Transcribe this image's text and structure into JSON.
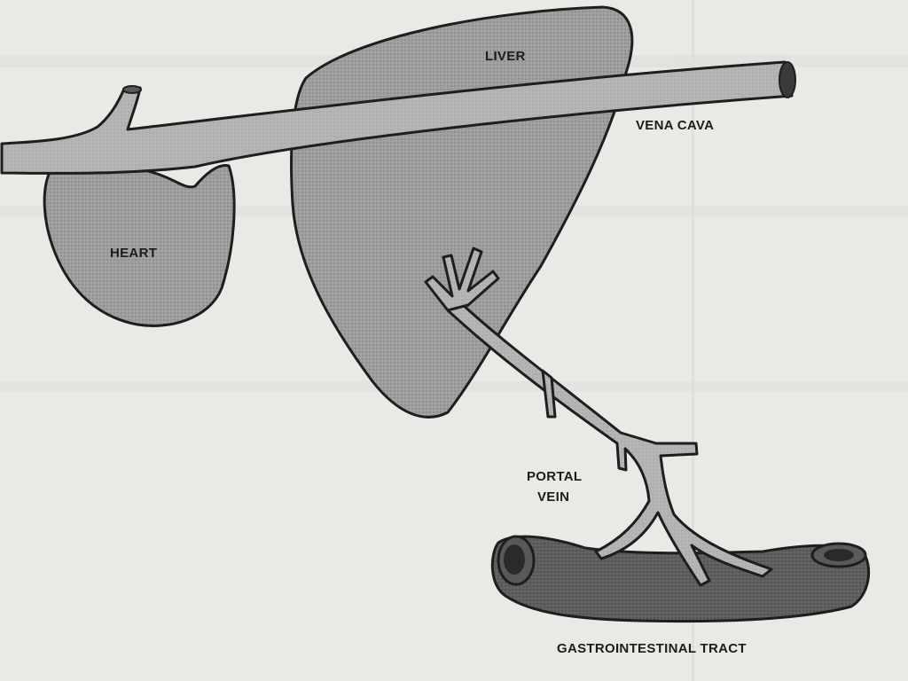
{
  "diagram": {
    "labels": {
      "liver": "LIVER",
      "vena_cava": "VENA CAVA",
      "heart": "HEART",
      "portal_vein_line1": "PORTAL",
      "portal_vein_line2": "VEIN",
      "gi_tract": "GASTROINTESTINAL TRACT"
    },
    "colors": {
      "background": "#e9e9e6",
      "organ_fill": "#9c9c9c",
      "vessel_fill": "#b3b3b3",
      "gi_fill": "#5e5e5e",
      "outline": "#1e1e1e"
    }
  }
}
